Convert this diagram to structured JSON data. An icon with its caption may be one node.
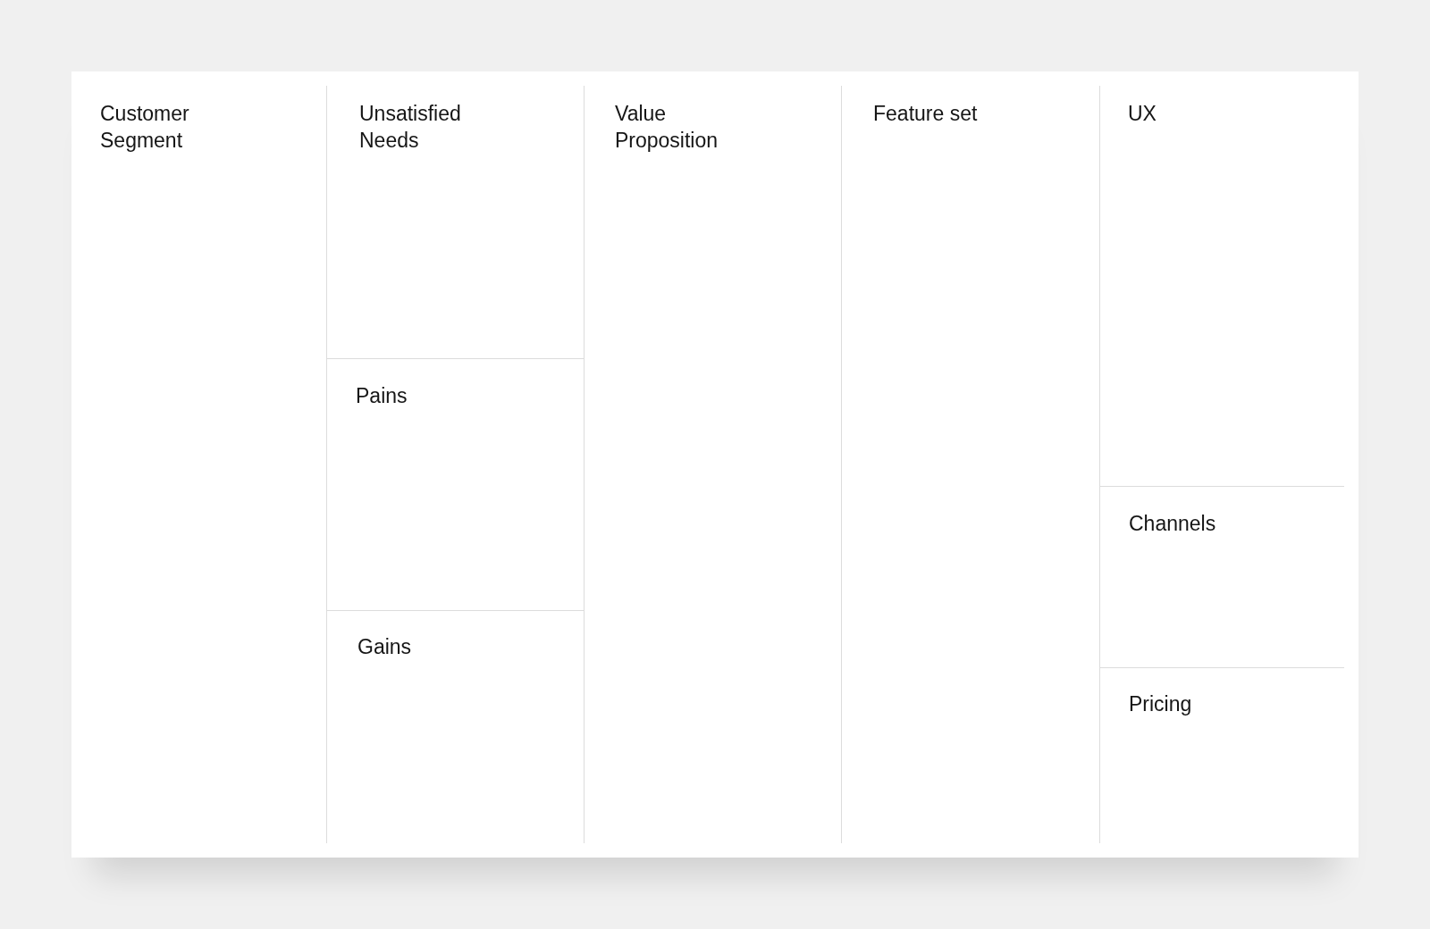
{
  "diagram": {
    "nodes": [
      {
        "text": [
          "Customer Segment"
        ]
      },
      {
        "text": [
          "Unsatisfied Needs"
        ]
      },
      {
        "text": [
          "Pains"
        ]
      },
      {
        "text": [
          "Gains"
        ]
      },
      {
        "text": [
          "Value Proposition"
        ]
      },
      {
        "text": [
          "Feature set"
        ]
      },
      {
        "text": [
          "UX"
        ]
      },
      {
        "text": [
          "Channels"
        ]
      },
      {
        "text": [
          "Pricing"
        ]
      }
    ]
  }
}
